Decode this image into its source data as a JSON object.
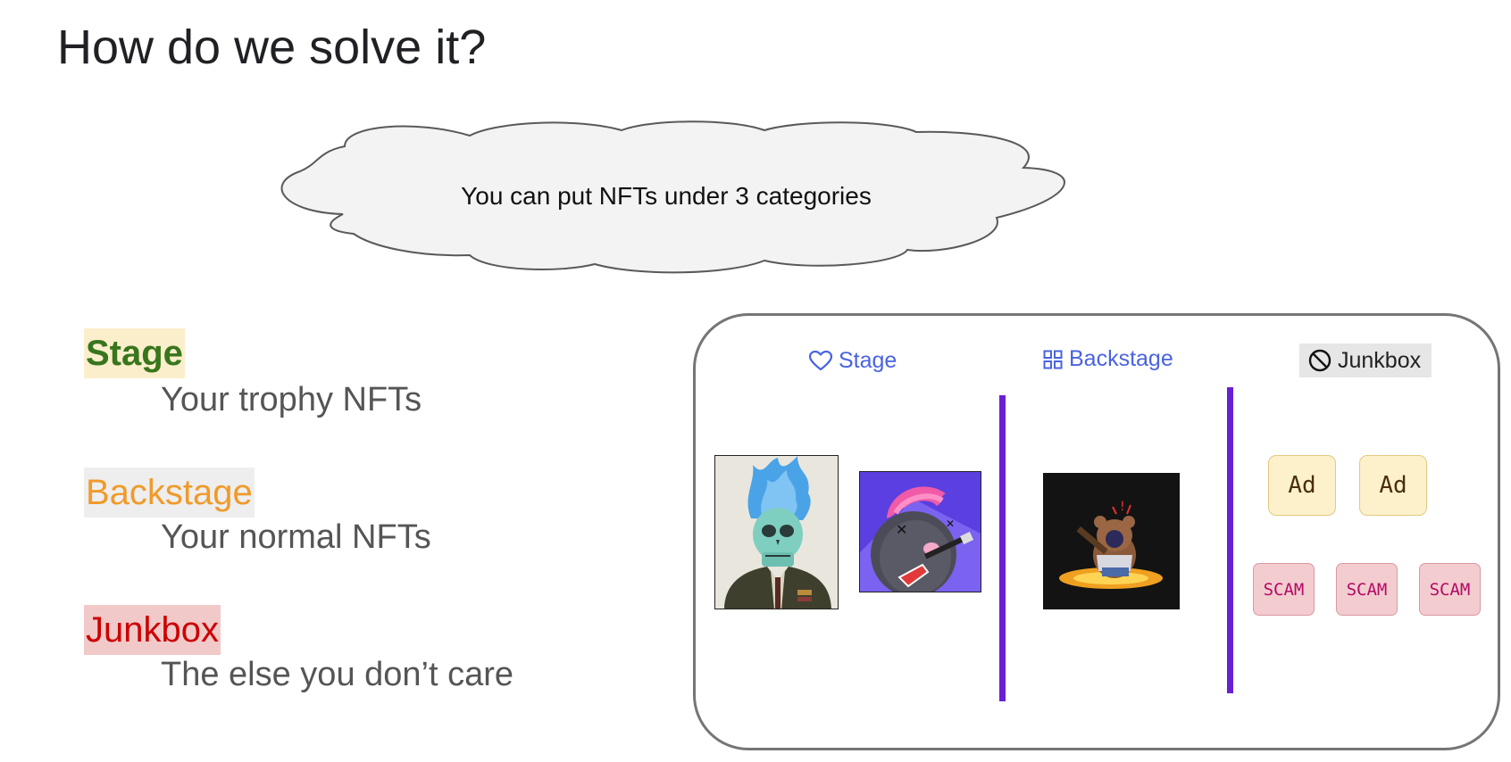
{
  "slide": {
    "title": "How do we solve it?"
  },
  "cloud": {
    "text": "You can put NFTs under 3 categories"
  },
  "categories": [
    {
      "label": "Stage",
      "description": "Your trophy NFTs",
      "color": "#38761d",
      "highlight": "#fbeecb"
    },
    {
      "label": "Backstage",
      "description": "Your normal NFTs",
      "color": "#f09a2a",
      "highlight": "#eeeeee"
    },
    {
      "label": "Junkbox",
      "description": "The else you don’t care",
      "color": "#cc0000",
      "highlight": "#f1c9c9"
    }
  ],
  "panel": {
    "tabs": [
      {
        "label": "Stage",
        "icon": "heart-icon",
        "color": "#4a63e0"
      },
      {
        "label": "Backstage",
        "icon": "grid-icon",
        "color": "#4a63e0"
      },
      {
        "label": "Junkbox",
        "icon": "block-icon",
        "color": "#222222"
      }
    ],
    "stage_items": [
      "skull-soldier-nft",
      "pink-hair-shark-nft"
    ],
    "backstage_items": [
      "bear-guitar-nft"
    ],
    "junkbox_items": {
      "ads": [
        "Ad",
        "Ad"
      ],
      "scams": [
        "SCAM",
        "SCAM",
        "SCAM"
      ]
    },
    "divider_color": "#6a1fd4"
  }
}
